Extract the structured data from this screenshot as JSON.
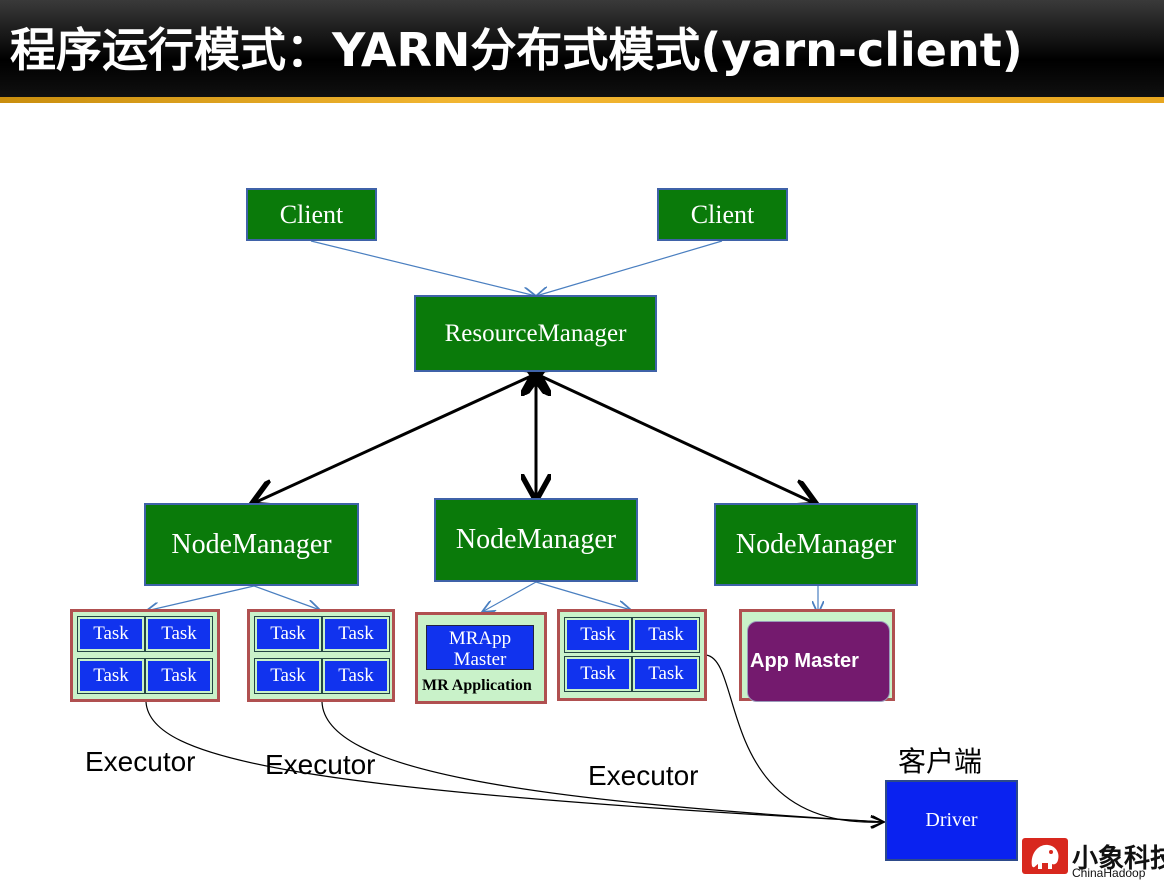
{
  "title": "程序运行模式：YARN分布式模式(yarn-client)",
  "clients": [
    "Client",
    "Client"
  ],
  "resource_manager": "ResourceManager",
  "node_managers": [
    "NodeManager",
    "NodeManager",
    "NodeManager"
  ],
  "task_label": "Task",
  "mr_app_master": "MRApp Master",
  "mr_application": "MR Application",
  "app_master": "App Master",
  "executors": [
    "Executor",
    "Executor",
    "Executor"
  ],
  "client_side_label": "客户端",
  "driver": "Driver",
  "logo": {
    "text": "小象科技",
    "sub": "ChinaHadoop"
  },
  "colors": {
    "node_green": "#0a7a0a",
    "task_blue": "#1133ee",
    "app_master_purple": "#741a6e",
    "group_bg": "#c9f2c9"
  }
}
